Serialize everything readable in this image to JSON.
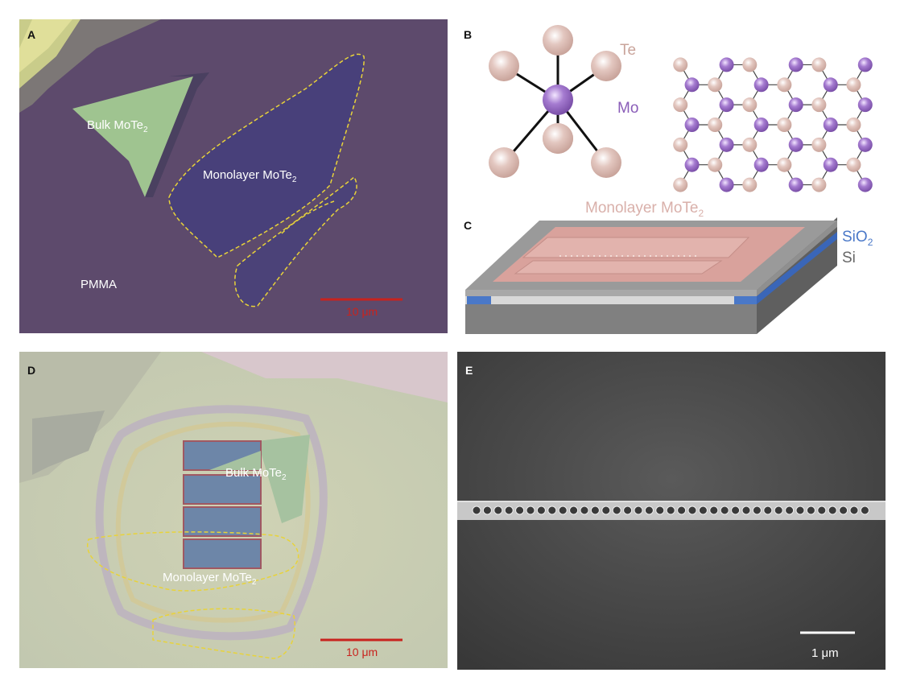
{
  "panels": {
    "a": {
      "letter": "A",
      "bulk": "Bulk MoTe",
      "monolayer": "Monolayer MoTe",
      "pmma": "PMMA",
      "scale": "10 μm",
      "sub": "2"
    },
    "b": {
      "letter": "B",
      "te": "Te",
      "mo": "Mo"
    },
    "c": {
      "letter": "C",
      "monolayer": "Monolayer  MoTe",
      "sio2": "SiO",
      "si": "Si",
      "sub": "2"
    },
    "d": {
      "letter": "D",
      "bulk": "Bulk MoTe",
      "monolayer": "Monolayer MoTe",
      "scale": "10 μm",
      "sub": "2"
    },
    "e": {
      "letter": "E",
      "scale": "1 μm"
    }
  },
  "colors": {
    "te": "#d9b8b0",
    "mo": "#9b6cc4",
    "outline": "#e8d33a",
    "scalebar_red": "#c8231e",
    "sio2": "#4a78c8"
  }
}
